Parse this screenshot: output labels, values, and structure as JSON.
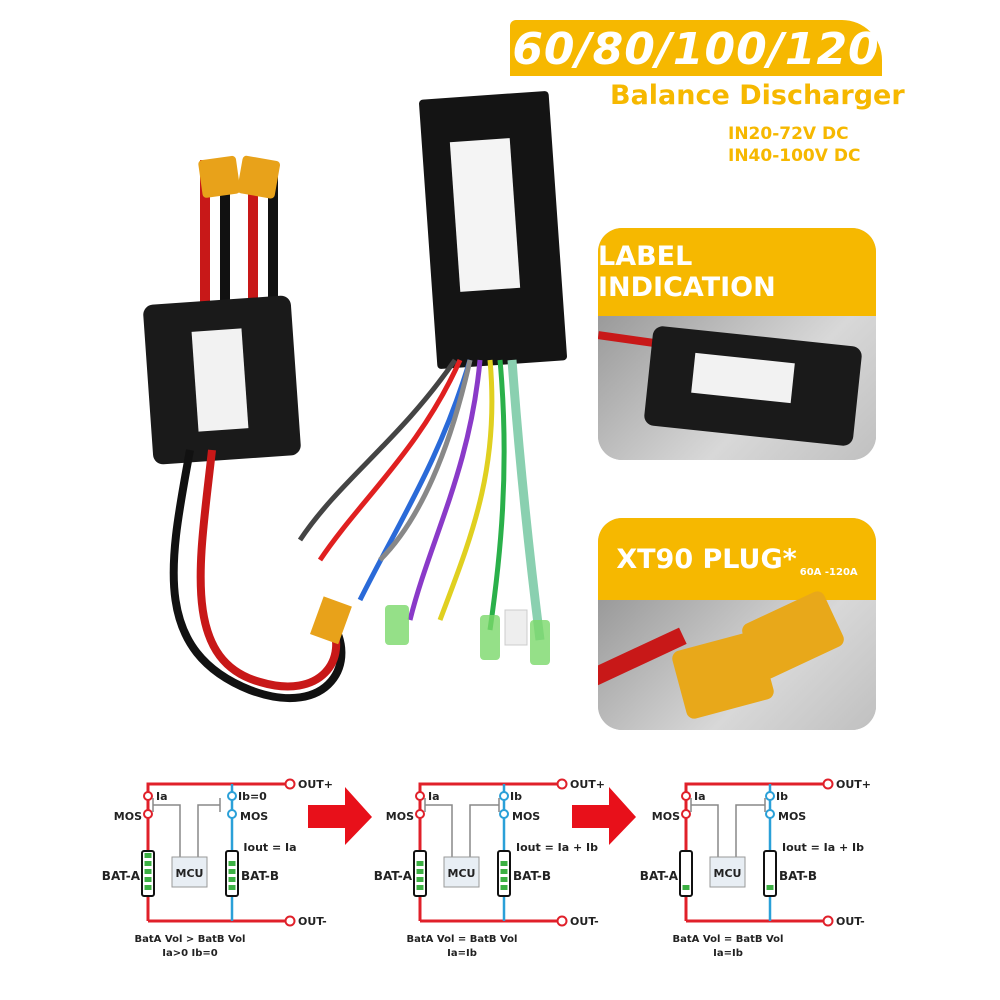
{
  "header": {
    "models": "60/80/100/120",
    "product_name": "Balance Discharger",
    "input_ranges": [
      "IN20-72V DC",
      "IN40-100V DC"
    ]
  },
  "cards": [
    {
      "title": "LABEL INDICATION"
    },
    {
      "title": "XT90 PLUG*",
      "note": "60A -120A"
    }
  ],
  "diagrams": [
    {
      "ia": "Ia",
      "ib": "Ib=0",
      "mos": "MOS",
      "bat_a": "BAT-A",
      "bat_b": "BAT-B",
      "mcu": "MCU",
      "out_plus": "OUT+",
      "out_minus": "OUT-",
      "iout": "Iout = Ia",
      "cond1": "BatA Vol > BatB Vol",
      "cond2": "Ia>0  Ib=0"
    },
    {
      "ia": "Ia",
      "ib": "Ib",
      "mos": "MOS",
      "bat_a": "BAT-A",
      "bat_b": "BAT-B",
      "mcu": "MCU",
      "out_plus": "OUT+",
      "out_minus": "OUT-",
      "iout": "Iout = Ia + Ib",
      "cond1": "BatA Vol = BatB Vol",
      "cond2": "Ia=Ib"
    },
    {
      "ia": "Ia",
      "ib": "Ib",
      "mos": "MOS",
      "bat_a": "BAT-A",
      "bat_b": "BAT-B",
      "mcu": "MCU",
      "out_plus": "OUT+",
      "out_minus": "OUT-",
      "iout": "Iout = Ia + Ib",
      "cond1": "BatA Vol = BatB Vol",
      "cond2": "Ia=Ib"
    }
  ],
  "colors": {
    "accent": "#f6b800",
    "wire_a": "#e0202a",
    "wire_b": "#2aa0d8",
    "arrow": "#e8101a"
  }
}
